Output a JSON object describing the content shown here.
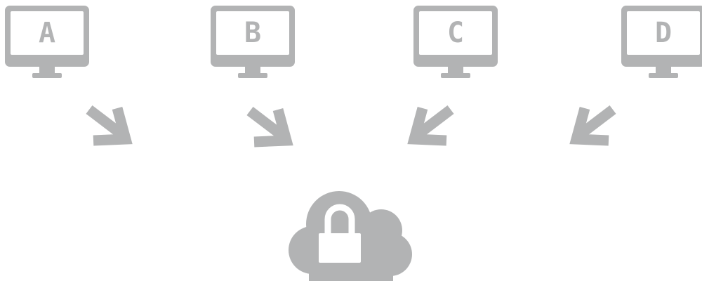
{
  "colors": {
    "icon": "#b2b3b4",
    "screen": "#ffffff",
    "background": "#ffffff"
  },
  "clients": [
    {
      "label": "A",
      "icon": "monitor-icon"
    },
    {
      "label": "B",
      "icon": "monitor-icon"
    },
    {
      "label": "C",
      "icon": "monitor-icon"
    },
    {
      "label": "D",
      "icon": "monitor-icon"
    }
  ],
  "arrows": [
    {
      "icon": "arrow-down-right-icon",
      "direction": "down-right"
    },
    {
      "icon": "arrow-down-right-icon",
      "direction": "down-right"
    },
    {
      "icon": "arrow-down-left-icon",
      "direction": "down-left"
    },
    {
      "icon": "arrow-down-left-icon",
      "direction": "down-left"
    }
  ],
  "destination": {
    "icon": "cloud-lock-icon"
  }
}
